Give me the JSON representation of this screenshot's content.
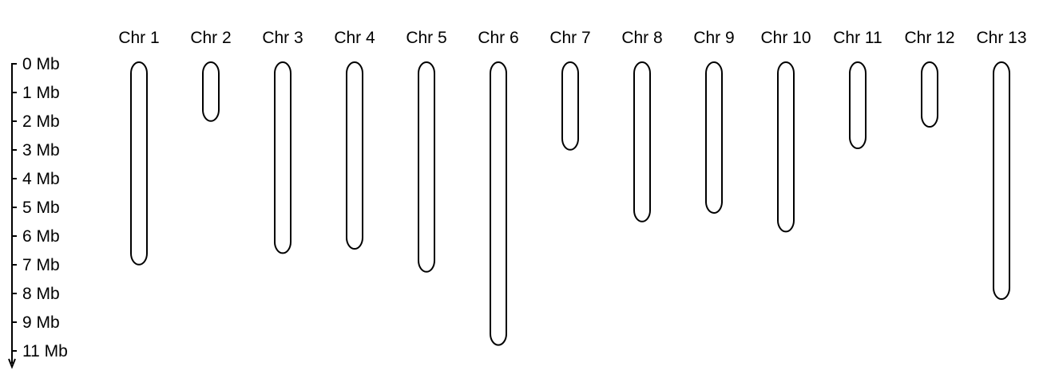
{
  "chart_data": {
    "type": "chromosome-ideogram",
    "axis": {
      "direction": "down",
      "ticks": [
        {
          "value": 0,
          "label": "0 Mb"
        },
        {
          "value": 1,
          "label": "1 Mb"
        },
        {
          "value": 2,
          "label": "2 Mb"
        },
        {
          "value": 3,
          "label": "3 Mb"
        },
        {
          "value": 4,
          "label": "4 Mb"
        },
        {
          "value": 5,
          "label": "5 Mb"
        },
        {
          "value": 6,
          "label": "6 Mb"
        },
        {
          "value": 7,
          "label": "7 Mb"
        },
        {
          "value": 8,
          "label": "8 Mb"
        },
        {
          "value": 9,
          "label": "9 Mb"
        },
        {
          "value": 10,
          "label": "11 Mb"
        }
      ]
    },
    "chromosomes": [
      {
        "name": "Chr 1",
        "length_mb": 7.05
      },
      {
        "name": "Chr 2",
        "length_mb": 2.05
      },
      {
        "name": "Chr 3",
        "length_mb": 6.65
      },
      {
        "name": "Chr 4",
        "length_mb": 6.5
      },
      {
        "name": "Chr 5",
        "length_mb": 7.3
      },
      {
        "name": "Chr 6",
        "length_mb": 9.85
      },
      {
        "name": "Chr 7",
        "length_mb": 3.05
      },
      {
        "name": "Chr 8",
        "length_mb": 5.55
      },
      {
        "name": "Chr 9",
        "length_mb": 5.25
      },
      {
        "name": "Chr 10",
        "length_mb": 5.9
      },
      {
        "name": "Chr 11",
        "length_mb": 3.0
      },
      {
        "name": "Chr 12",
        "length_mb": 2.25
      },
      {
        "name": "Chr 13",
        "length_mb": 8.25
      }
    ],
    "colors": {
      "outline": "#000000",
      "fill": "#ffffff",
      "text": "#000000"
    }
  }
}
